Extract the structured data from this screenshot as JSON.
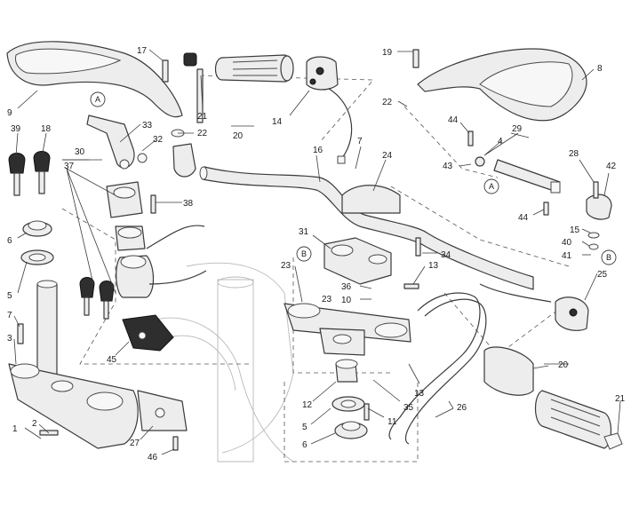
{
  "callouts": [
    {
      "id": "c9",
      "text": "9"
    },
    {
      "id": "c17",
      "text": "17"
    },
    {
      "id": "c21a",
      "text": "21"
    },
    {
      "id": "c22a",
      "text": "22"
    },
    {
      "id": "c20a",
      "text": "20"
    },
    {
      "id": "c14",
      "text": "14"
    },
    {
      "id": "c19",
      "text": "19"
    },
    {
      "id": "c8",
      "text": "8"
    },
    {
      "id": "c22b",
      "text": "22"
    },
    {
      "id": "c33",
      "text": "33"
    },
    {
      "id": "c32",
      "text": "32"
    },
    {
      "id": "c39",
      "text": "39"
    },
    {
      "id": "c18",
      "text": "18"
    },
    {
      "id": "c30",
      "text": "30"
    },
    {
      "id": "c37",
      "text": "37"
    },
    {
      "id": "c16",
      "text": "16"
    },
    {
      "id": "c7a",
      "text": "7"
    },
    {
      "id": "c24",
      "text": "24"
    },
    {
      "id": "c44a",
      "text": "44"
    },
    {
      "id": "c4",
      "text": "4"
    },
    {
      "id": "c29",
      "text": "29"
    },
    {
      "id": "c43",
      "text": "43"
    },
    {
      "id": "c28",
      "text": "28"
    },
    {
      "id": "c42",
      "text": "42"
    },
    {
      "id": "c38",
      "text": "38"
    },
    {
      "id": "c44b",
      "text": "44"
    },
    {
      "id": "c15",
      "text": "15"
    },
    {
      "id": "c40",
      "text": "40"
    },
    {
      "id": "c41",
      "text": "41"
    },
    {
      "id": "c6a",
      "text": "6"
    },
    {
      "id": "c5a",
      "text": "5"
    },
    {
      "id": "c31",
      "text": "31"
    },
    {
      "id": "c34",
      "text": "34"
    },
    {
      "id": "c23a",
      "text": "23"
    },
    {
      "id": "c13a",
      "text": "13"
    },
    {
      "id": "c36",
      "text": "36"
    },
    {
      "id": "c23b",
      "text": "23"
    },
    {
      "id": "c10",
      "text": "10"
    },
    {
      "id": "c25",
      "text": "25"
    },
    {
      "id": "c7b",
      "text": "7"
    },
    {
      "id": "c3",
      "text": "3"
    },
    {
      "id": "c45",
      "text": "45"
    },
    {
      "id": "c20b",
      "text": "20"
    },
    {
      "id": "c12",
      "text": "12"
    },
    {
      "id": "c13b",
      "text": "13"
    },
    {
      "id": "c35",
      "text": "35"
    },
    {
      "id": "c5b",
      "text": "5"
    },
    {
      "id": "c11",
      "text": "11"
    },
    {
      "id": "c26",
      "text": "26"
    },
    {
      "id": "c6b",
      "text": "6"
    },
    {
      "id": "c1",
      "text": "1"
    },
    {
      "id": "c2",
      "text": "2"
    },
    {
      "id": "c27",
      "text": "27"
    },
    {
      "id": "c46",
      "text": "46"
    },
    {
      "id": "c21b",
      "text": "21"
    }
  ],
  "reference_markers": [
    {
      "id": "refA1",
      "text": "A"
    },
    {
      "id": "refA2",
      "text": "A"
    },
    {
      "id": "refB1",
      "text": "B"
    },
    {
      "id": "refB2",
      "text": "B"
    }
  ]
}
